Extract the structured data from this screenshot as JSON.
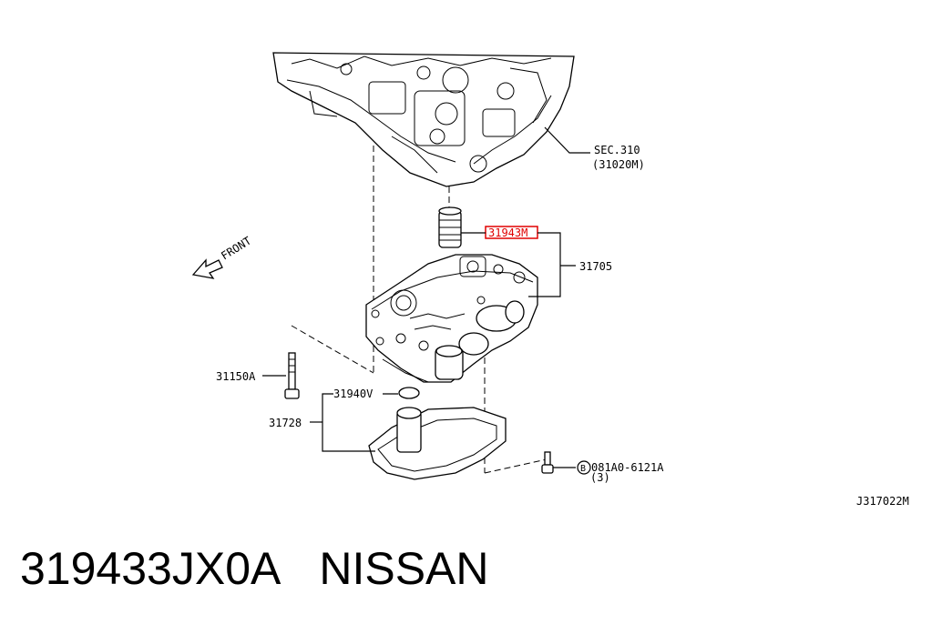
{
  "diagram": {
    "labels": {
      "sec_ref": "SEC.310",
      "sec_sub": "(31020M)",
      "solenoid": "31943M",
      "valve_body": "31705",
      "bolt": "31150A",
      "o_ring": "31940V",
      "strainer": "31728",
      "drain_bolt": "081A0-6121A",
      "drain_bolt_qty": "(3)",
      "drain_bolt_prefix": "B",
      "front": "FRONT",
      "diagram_code": "J317022M"
    },
    "highlight_color": "#e00000"
  },
  "caption": {
    "part_number": "319433JX0A",
    "brand": "NISSAN"
  }
}
